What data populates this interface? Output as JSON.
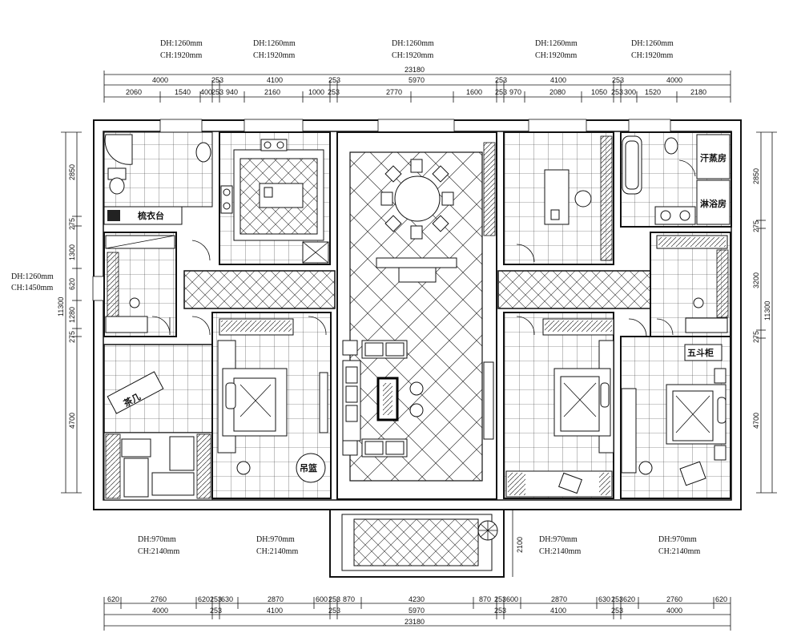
{
  "top_window_labels": [
    {
      "dh": "DH:1260mm",
      "ch": "CH:1920mm"
    },
    {
      "dh": "DH:1260mm",
      "ch": "CH:1920mm"
    },
    {
      "dh": "DH:1260mm",
      "ch": "CH:1920mm"
    },
    {
      "dh": "DH:1260mm",
      "ch": "CH:1920mm"
    },
    {
      "dh": "DH:1260mm",
      "ch": "CH:1920mm"
    }
  ],
  "left_window_label": {
    "dh": "DH:1260mm",
    "ch": "CH:1450mm"
  },
  "bottom_door_labels": [
    {
      "dh": "DH:970mm",
      "ch": "CH:2140mm"
    },
    {
      "dh": "DH:970mm",
      "ch": "CH:2140mm"
    },
    {
      "dh": "DH:970mm",
      "ch": "CH:2140mm"
    },
    {
      "dh": "DH:970mm",
      "ch": "CH:2140mm"
    }
  ],
  "top_dims": {
    "total": "23180",
    "row1": [
      "4000",
      "253",
      "4100",
      "253",
      "5970",
      "253",
      "4100",
      "253",
      "4000"
    ],
    "row2": [
      "2060",
      "1540",
      "400",
      "253",
      "940",
      "2160",
      "1000",
      "253",
      "2770",
      "1600",
      "253",
      "970",
      "2080",
      "1050",
      "253",
      "300",
      "1520",
      "2180"
    ]
  },
  "bottom_dims": {
    "total": "23180",
    "row1": [
      "620",
      "2760",
      "620",
      "253",
      "630",
      "2870",
      "600",
      "253",
      "870",
      "4230",
      "870",
      "253",
      "600",
      "2870",
      "630",
      "253",
      "620",
      "2760",
      "620"
    ],
    "row2": [
      "4000",
      "253",
      "4100",
      "253",
      "5970",
      "253",
      "4100",
      "253",
      "4000"
    ]
  },
  "left_dims": {
    "total": "11300",
    "segments": [
      "2850",
      "275",
      "1300",
      "620",
      "1280",
      "275",
      "4700"
    ]
  },
  "right_dims": {
    "total": "11300",
    "segments": [
      "2850",
      "275",
      "3200",
      "275",
      "4700"
    ]
  },
  "balcony_dim": "2100",
  "room_labels": {
    "dressing_table": "梳衣台",
    "tea_table": "茶几",
    "hanging_basket": "吊篮",
    "sauna": "汗蒸房",
    "shower": "淋浴房",
    "chest": "五斗柜"
  }
}
